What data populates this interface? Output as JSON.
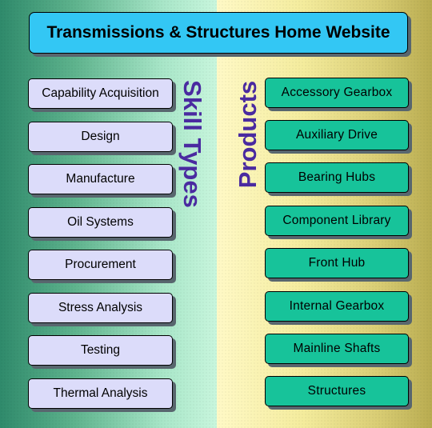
{
  "title": "Transmissions & Structures Home Website",
  "left_heading": "Skill Types",
  "right_heading": "Products",
  "skill_types": [
    "Capability Acquisition",
    "Design",
    "Manufacture",
    "Oil Systems",
    "Procurement",
    "Stress Analysis",
    "Testing",
    "Thermal Analysis"
  ],
  "products": [
    "Accessory Gearbox",
    "Auxiliary Drive",
    "Bearing Hubs",
    "Component Library",
    "Front Hub",
    "Internal Gearbox",
    "Mainline Shafts",
    "Structures"
  ],
  "colors": {
    "title_box": "#33c7f4",
    "skill_box": "#dcdcfa",
    "product_box": "#17c39a",
    "heading_text": "#4a2aa0"
  }
}
